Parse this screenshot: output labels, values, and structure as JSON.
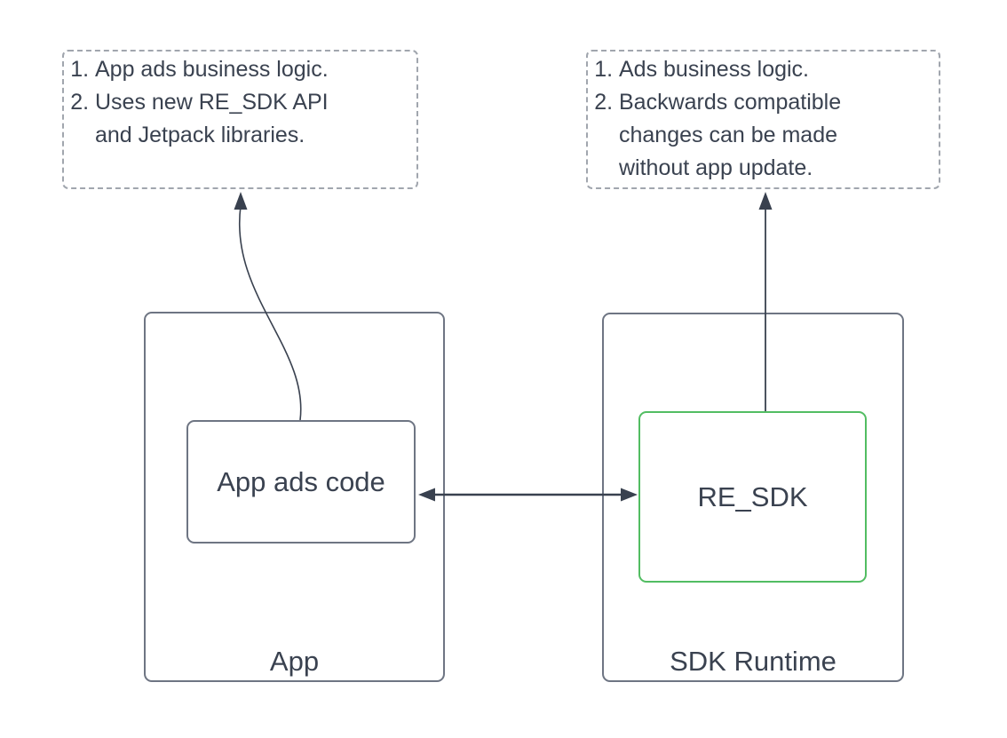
{
  "colors": {
    "text": "#3a4250",
    "arrow": "#39414f",
    "container_border": "#6e7583",
    "note_border": "#a1a6ae",
    "highlight_green": "#52bd62",
    "background": "#ffffff"
  },
  "notes": {
    "app_note": {
      "items": [
        "App ads business logic.",
        "Uses new RE_SDK API\nand Jetpack libraries."
      ]
    },
    "sdk_note": {
      "items": [
        "Ads business logic.",
        "Backwards compatible\nchanges can be made\nwithout app update."
      ]
    }
  },
  "app_container": {
    "label": "App",
    "child_label": "App ads code"
  },
  "sdk_container": {
    "label": "SDK Runtime",
    "child_label": "RE_SDK"
  }
}
